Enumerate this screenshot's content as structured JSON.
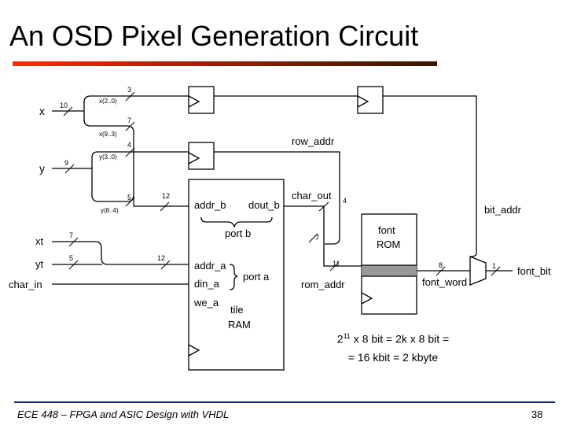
{
  "title": "An OSD Pixel Generation Circuit",
  "signals": {
    "x": "x",
    "y": "y",
    "xt": "xt",
    "yt": "yt",
    "char_in": "char_in",
    "row_addr": "row_addr",
    "char_out": "char_out",
    "rom_addr": "rom_addr",
    "bit_addr": "bit_addr",
    "font_word": "font_word",
    "font_bit": "font_bit",
    "x_low": "x(2..0)",
    "x_high": "x(9..3)",
    "y_low": "y(3..0)",
    "y_high": "y(8..4)"
  },
  "widths": {
    "x": "10",
    "x_low": "3",
    "x_high": "7",
    "y": "9",
    "y_low": "4",
    "y_high": "5",
    "addr_b": "12",
    "xt": "7",
    "yt": "5",
    "addr_a": "12",
    "char_out": "4",
    "char_out_7": "7",
    "rom_addr": "11",
    "font_word": "8",
    "font_bit": "1"
  },
  "ram": {
    "addr_b": "addr_b",
    "dout_b": "dout_b",
    "port_b": "port b",
    "addr_a": "addr_a",
    "din_a": "din_a",
    "port_a": "port a",
    "we_a": "we_a",
    "tile": "tile",
    "ram": "RAM"
  },
  "rom": {
    "font": "font",
    "rom": "ROM"
  },
  "calc": {
    "line1_base": "2",
    "line1_exp": "11",
    "line1_rest": " x 8 bit = 2k x 8 bit =",
    "line2": "= 16 kbit = 2 kbyte"
  },
  "footer": {
    "course": "ECE 448 – FPGA and ASIC Design with VHDL",
    "page": "38"
  },
  "colors": {
    "accent_start": "#ff2a00",
    "accent_end": "#3a1400",
    "footer_rule": "#1f2a80",
    "rom_band": "#999999"
  }
}
